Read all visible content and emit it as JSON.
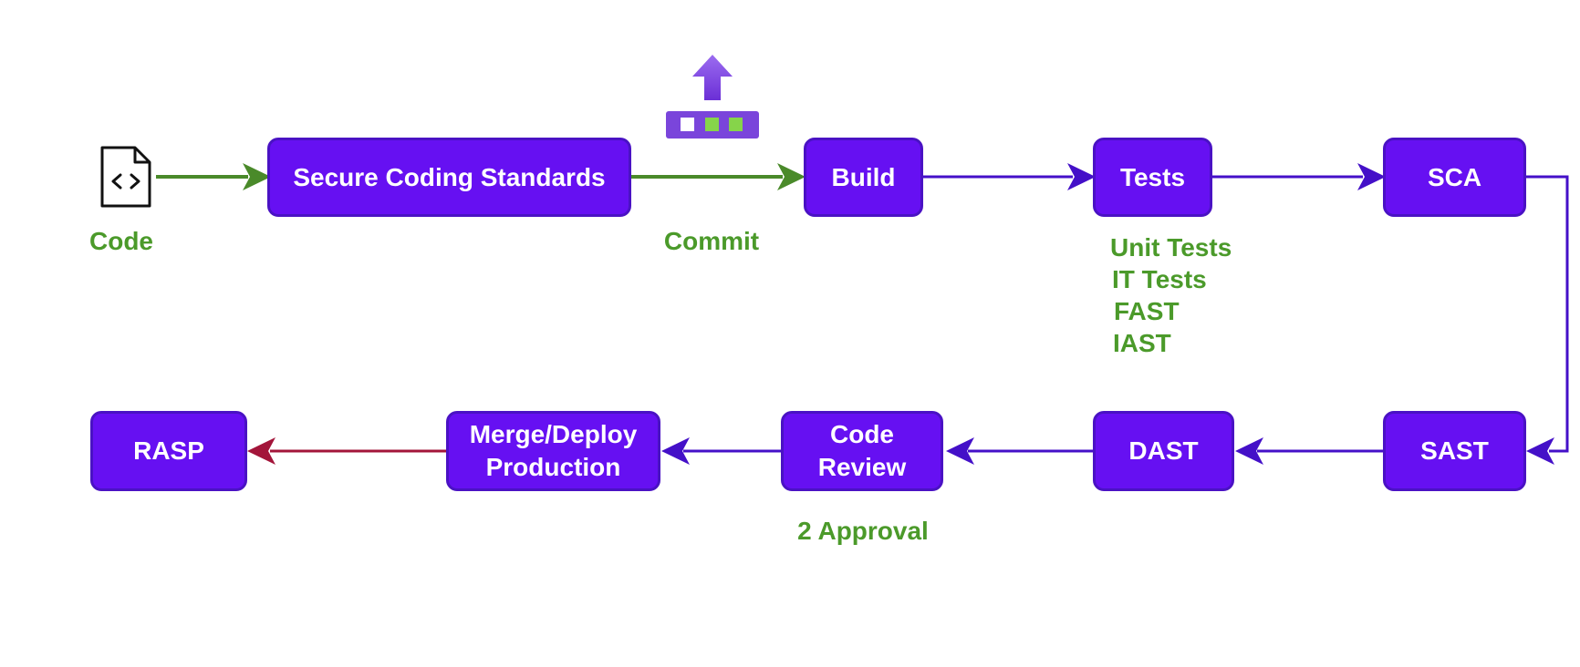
{
  "nodes": {
    "secure_coding": "Secure Coding Standards",
    "build": "Build",
    "tests": "Tests",
    "sca": "SCA",
    "sast": "SAST",
    "dast": "DAST",
    "code_review": [
      "Code",
      "Review"
    ],
    "merge_deploy": [
      "Merge/Deploy",
      "Production"
    ],
    "rasp": "RASP"
  },
  "labels": {
    "code": "Code",
    "commit": "Commit",
    "approval": "2 Approval",
    "tests_list": [
      "Unit Tests",
      "IT Tests",
      "FAST",
      "IAST"
    ]
  },
  "icons": {
    "code_file": "code-file-icon",
    "commit": "commit-upload-icon"
  },
  "colors": {
    "node_fill": "#6610f2",
    "node_border": "#4a12c4",
    "arrow_green": "#4a8a2a",
    "arrow_purple": "#4410c8",
    "arrow_red": "#a3153a",
    "label_green": "#4b9a2a"
  }
}
